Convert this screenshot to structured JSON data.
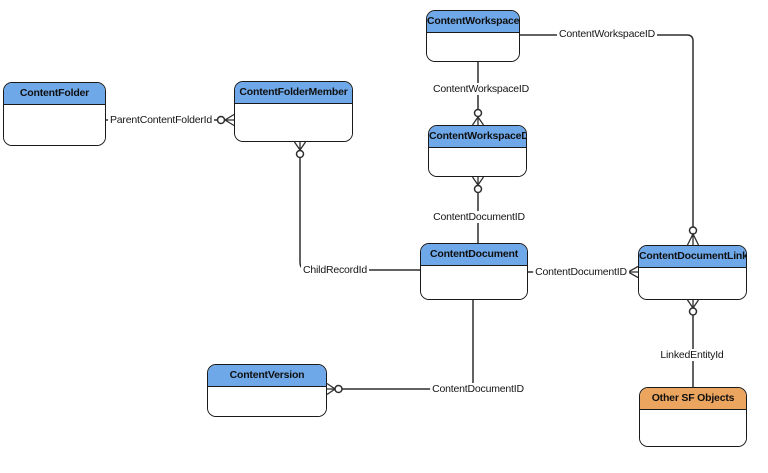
{
  "colors": {
    "header_blue": "#6FA8E8",
    "header_orange": "#EBA55E",
    "entity_border": "#1A1A1A",
    "line": "#2E2E2E",
    "background": "#FFFFFF"
  },
  "entities": [
    {
      "id": "content-folder",
      "name": "ContentFolder",
      "header_style": "blue"
    },
    {
      "id": "content-folder-member",
      "name": "ContentFolderMember",
      "header_style": "blue"
    },
    {
      "id": "content-workspace",
      "name": "ContentWorkspace",
      "header_style": "blue"
    },
    {
      "id": "content-workspace-doc",
      "name": "ContentWorkspaceDoc",
      "header_style": "blue"
    },
    {
      "id": "content-document",
      "name": "ContentDocument",
      "header_style": "blue"
    },
    {
      "id": "content-document-link",
      "name": "ContentDocumentLink",
      "header_style": "blue"
    },
    {
      "id": "content-version",
      "name": "ContentVersion",
      "header_style": "blue"
    },
    {
      "id": "other-sf-objects",
      "name": "Other SF Objects",
      "header_style": "orange"
    }
  ],
  "relationships": [
    {
      "label": "ParentContentFolderId",
      "from": "ContentFolder",
      "to": "ContentFolderMember",
      "crow_foot_end": "ContentFolderMember",
      "cardinality": "zero-or-many"
    },
    {
      "label": "ContentWorkspaceID",
      "from": "ContentWorkspace",
      "to": "ContentWorkspaceDoc",
      "crow_foot_end": "ContentWorkspaceDoc",
      "cardinality": "zero-or-many"
    },
    {
      "label": "ContentWorkspaceID",
      "from": "ContentWorkspace",
      "to": "ContentDocumentLink",
      "crow_foot_end": "ContentDocumentLink",
      "cardinality": "zero-or-many"
    },
    {
      "label": "ContentDocumentID",
      "from": "ContentWorkspaceDoc",
      "to": "ContentDocument",
      "crow_foot_end": "ContentWorkspaceDoc",
      "cardinality": "zero-or-many"
    },
    {
      "label": "ChildRecordId",
      "from": "ContentFolderMember",
      "to": "ContentDocument",
      "crow_foot_end": "ContentFolderMember",
      "cardinality": "zero-or-many"
    },
    {
      "label": "ContentDocumentID",
      "from": "ContentDocument",
      "to": "ContentDocumentLink",
      "crow_foot_end": "ContentDocumentLink",
      "cardinality": "zero-or-many"
    },
    {
      "label": "ContentDocumentID",
      "from": "ContentDocument",
      "to": "ContentVersion",
      "crow_foot_end": "ContentVersion",
      "cardinality": "zero-or-many"
    },
    {
      "label": "LinkedEntityId",
      "from": "ContentDocumentLink",
      "to": "Other SF Objects",
      "crow_foot_end": "ContentDocumentLink",
      "cardinality": "zero-or-many"
    }
  ]
}
